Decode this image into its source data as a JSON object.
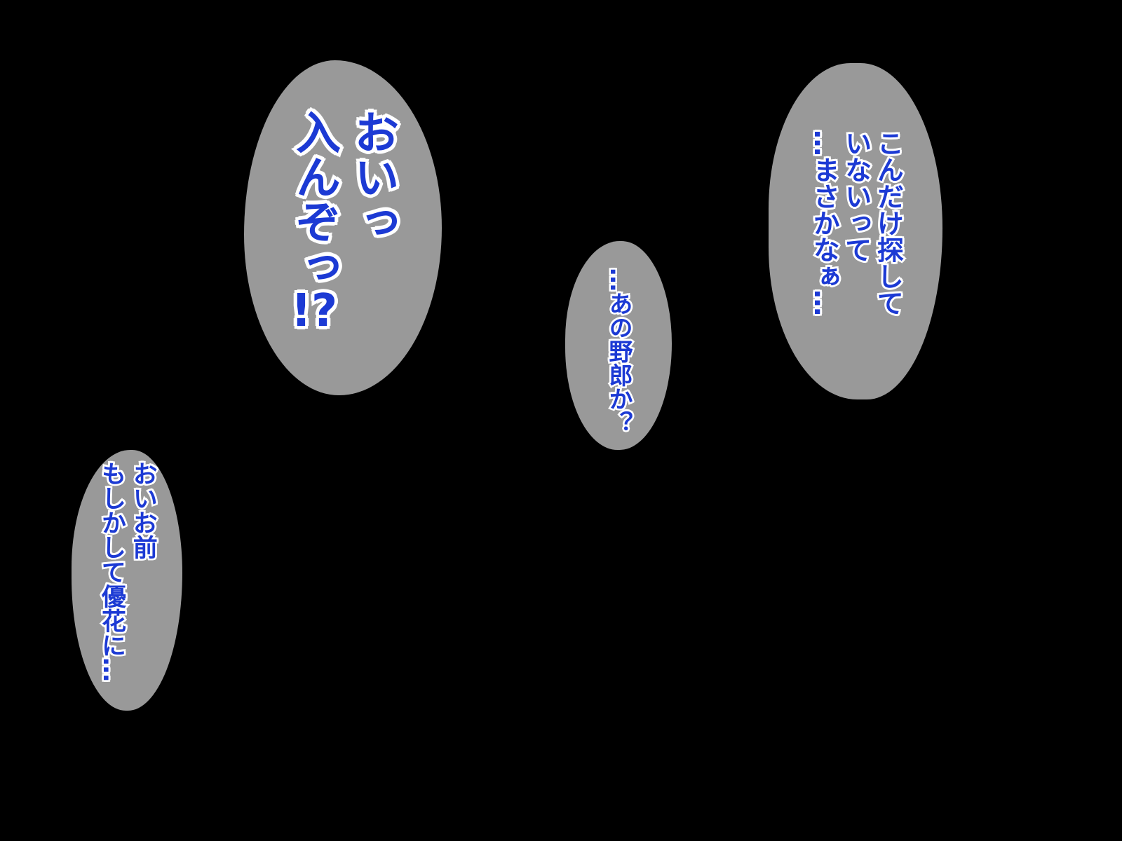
{
  "scene": {
    "background_color": "#000000",
    "bubble_color": "#999999",
    "text_color": "#1c3ad4",
    "text_outline_color": "#ffffff",
    "text_direction": "vertical-rl",
    "language": "ja"
  },
  "bubbles": [
    {
      "name": "shout-bubble",
      "full_text": "おいっ 入んぞっ!?",
      "columns": {
        "c1": "おいっ",
        "c2": "入んぞっ",
        "c2_end": "!?"
      }
    },
    {
      "name": "that-guy-bubble",
      "full_text": "…あの野郎か？",
      "columns": {
        "c1": "…あの野郎か？"
      }
    },
    {
      "name": "searching-bubble",
      "full_text": "こんだけ探して いないって …まさかなぁ…",
      "columns": {
        "c1": "こんだけ探して",
        "c2": "いないって",
        "c3": "…まさかなぁ…"
      }
    },
    {
      "name": "hey-you-bubble",
      "full_text": "おいお前 もしかして優花に…",
      "columns": {
        "c1": "おいお前",
        "c2": "もしかして優花に…"
      }
    }
  ]
}
